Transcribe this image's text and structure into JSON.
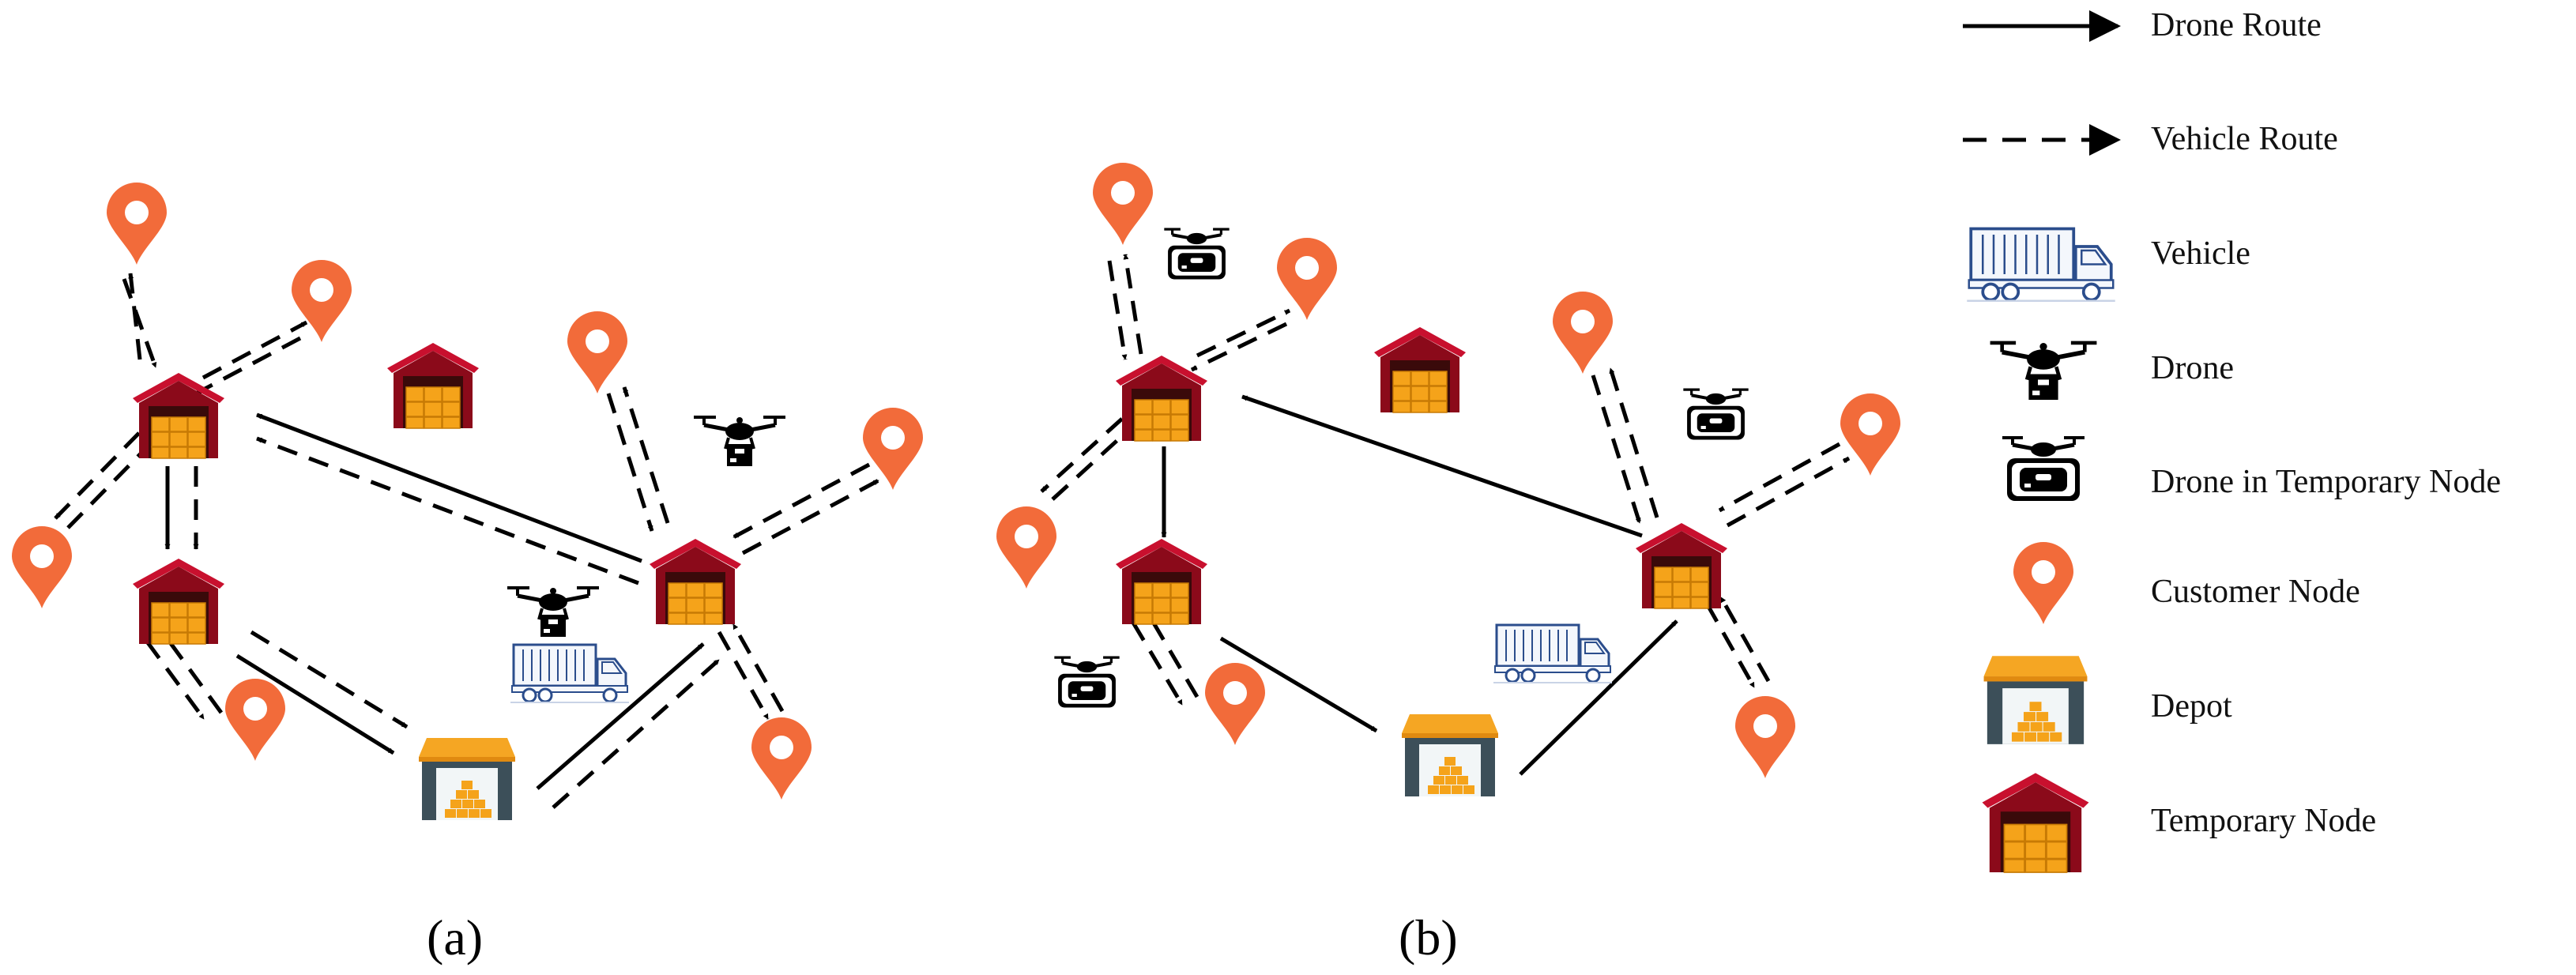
{
  "panels": [
    {
      "id": "a",
      "caption": "(a)"
    },
    {
      "id": "b",
      "caption": "(b)"
    }
  ],
  "legend": {
    "items": [
      {
        "key": "drone_route",
        "label": "Drone Route"
      },
      {
        "key": "vehicle_route",
        "label": "Vehicle Route"
      },
      {
        "key": "vehicle",
        "label": "Vehicle"
      },
      {
        "key": "drone",
        "label": "Drone"
      },
      {
        "key": "drone_temp",
        "label": "Drone in Temporary Node"
      },
      {
        "key": "customer",
        "label": "Customer Node"
      },
      {
        "key": "depot",
        "label": "Depot"
      },
      {
        "key": "temp_node",
        "label": "Temporary Node"
      }
    ]
  },
  "colors": {
    "customer_pin": "#f26b3a",
    "warehouse_roof": "#c8102e",
    "warehouse_wall": "#8b0a1a",
    "boxes": "#f5a31a",
    "depot_roof": "#f5a623",
    "depot_wall": "#3c4f59",
    "vehicle_stroke": "#2b4d8c",
    "route": "#000000"
  }
}
